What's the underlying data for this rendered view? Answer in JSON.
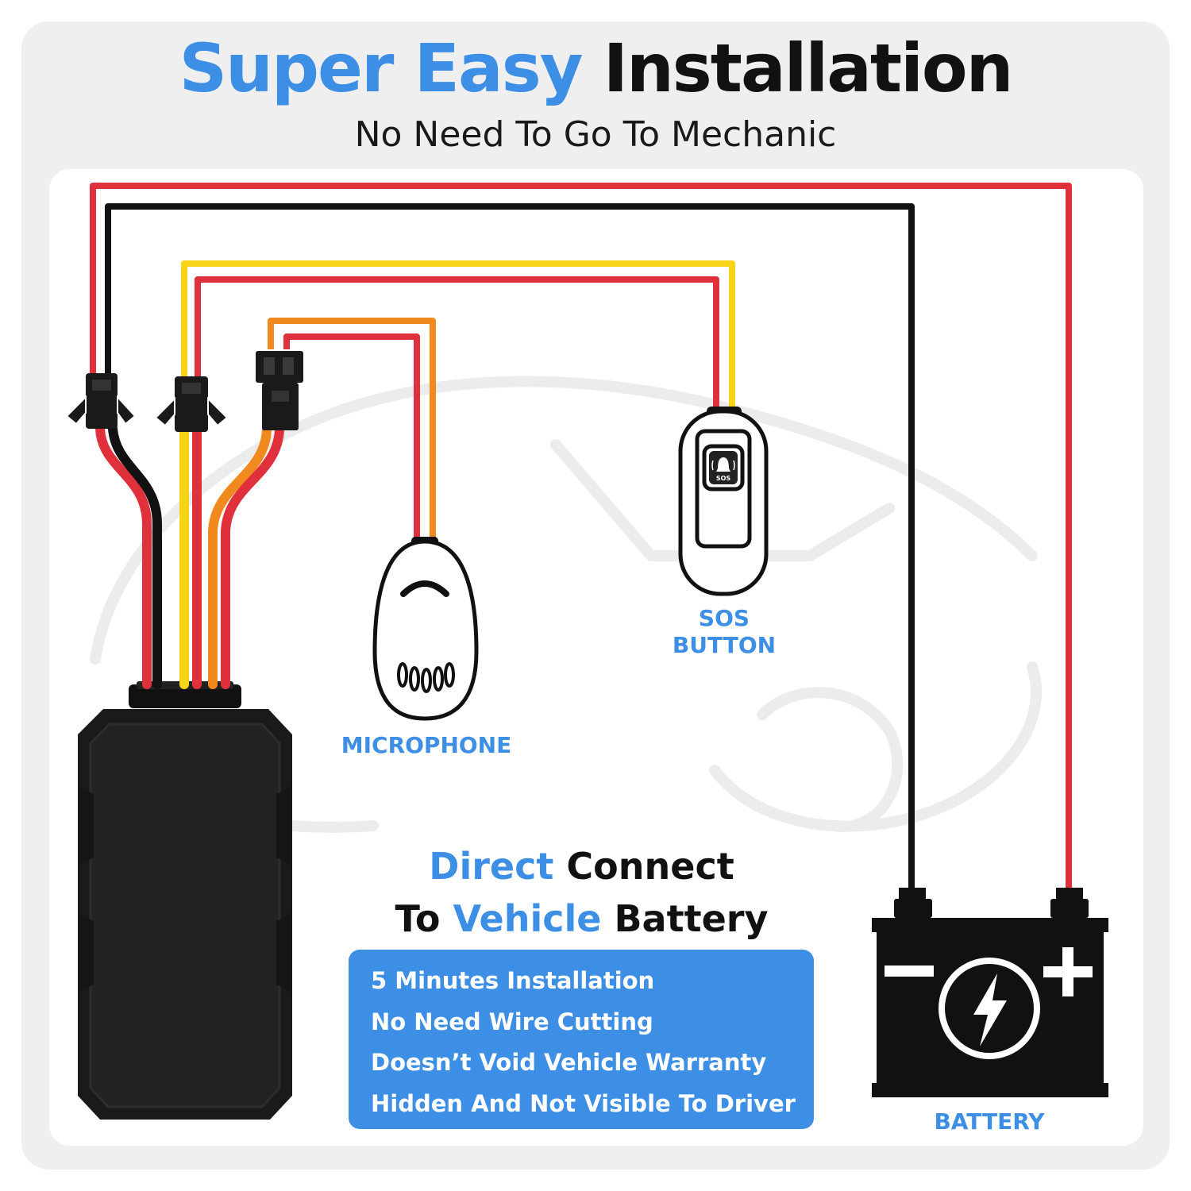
{
  "header": {
    "title_accent": "Super Easy",
    "title_rest": "Installation",
    "subtitle": "No Need To Go To Mechanic"
  },
  "colors": {
    "accent": "#3d8fe6",
    "wire_red": "#e0303c",
    "wire_black": "#111111",
    "wire_yellow": "#f7d418",
    "wire_orange": "#f08a1e",
    "device": "#1c1c1c"
  },
  "components": {
    "sos_label_line1": "SOS",
    "sos_label_line2": "BUTTON",
    "sos_button_text": "SOS",
    "microphone_label": "MICROPHONE",
    "battery_label": "BATTERY"
  },
  "headline": {
    "line1_accent": "Direct",
    "line1_rest": "Connect",
    "line2_start": "To",
    "line2_accent": "Vehicle",
    "line2_rest": "Battery"
  },
  "features": [
    "5 Minutes Installation",
    "No Need Wire Cutting",
    "Doesn’t Void Vehicle Warranty",
    "Hidden And Not Visible To Driver"
  ],
  "icons": [
    "gps-tracker-device",
    "connector-icon",
    "microphone-icon",
    "sos-bell-icon",
    "battery-icon",
    "lightning-bolt-icon"
  ]
}
